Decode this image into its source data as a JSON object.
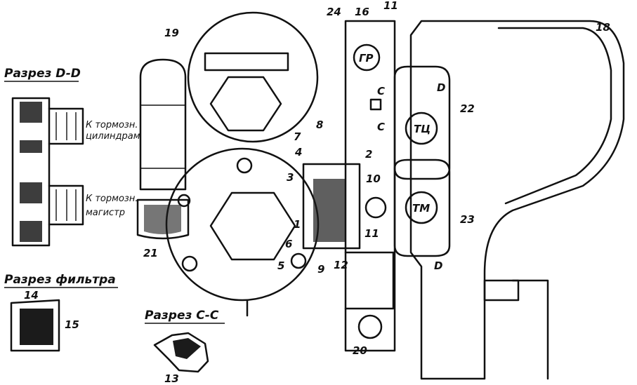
{
  "sections": {
    "dd": "Разрез D-D",
    "filter": "Разрез фильтра",
    "cc": "Разрез С-С"
  },
  "section_dd_notes": {
    "to_cylinders_1": "К тормозн.",
    "to_cylinders_2": "цилиндрам",
    "to_main_1": "К тормозн.",
    "to_main_2": "магистр"
  },
  "port_marks": {
    "gr": "ГР",
    "tc": "ТЦ",
    "tm": "ТМ",
    "c_upper": "С",
    "c_lower": "С",
    "d_upper": "D",
    "d_lower": "D"
  },
  "part_numbers": [
    "1",
    "2",
    "3",
    "4",
    "5",
    "6",
    "7",
    "8",
    "9",
    "10",
    "11",
    "11",
    "12",
    "13",
    "14",
    "15",
    "16",
    "18",
    "19",
    "20",
    "21",
    "22",
    "23",
    "24"
  ]
}
